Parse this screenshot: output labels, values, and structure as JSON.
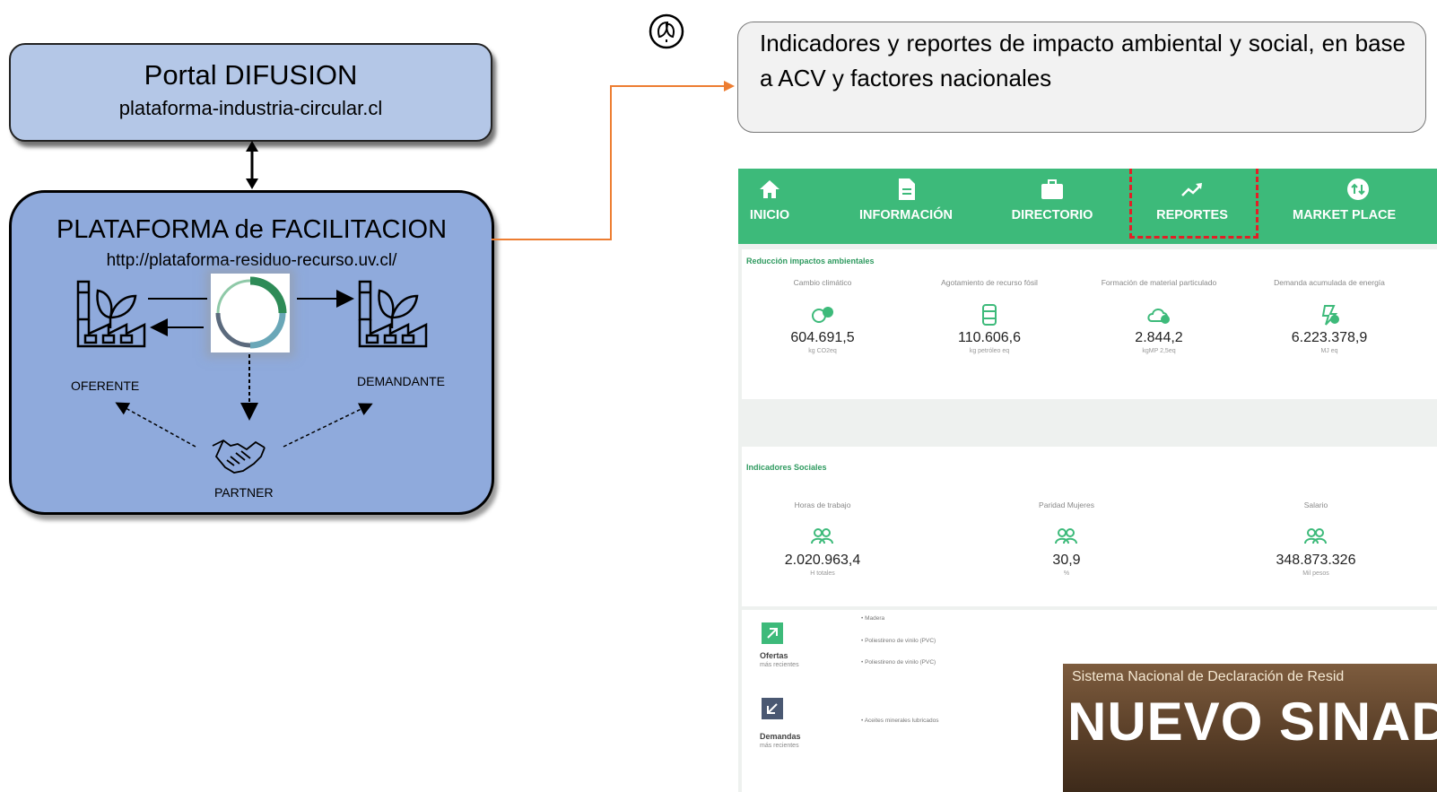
{
  "diagram": {
    "portal": {
      "title": "Portal DIFUSION",
      "url": "plataforma-industria-circular.cl"
    },
    "platform": {
      "title": "PLATAFORMA de FACILITACION",
      "url": "http://plataforma-residuo-recurso.uv.cl/",
      "nodes": {
        "offerer": "OFERENTE",
        "demander": "DEMANDANTE",
        "partner": "PARTNER"
      }
    },
    "connector_color": "#ed7d31"
  },
  "callout": {
    "text": "Indicadores y reportes de impacto ambiental y social, en base a ACV y factores nacionales",
    "icon": "leaf-circle-icon"
  },
  "screenshot": {
    "nav": [
      {
        "label": "INICIO",
        "icon": "home-icon"
      },
      {
        "label": "INFORMACIÓN",
        "icon": "document-icon"
      },
      {
        "label": "DIRECTORIO",
        "icon": "briefcase-icon"
      },
      {
        "label": "REPORTES",
        "icon": "trend-up-icon"
      },
      {
        "label": "MARKET PLACE",
        "icon": "exchange-icon"
      }
    ],
    "highlighted_nav": "REPORTES",
    "environmental": {
      "title": "Reducción impactos ambientales",
      "metrics": [
        {
          "label": "Cambio climático",
          "value": "604.691,5",
          "unit": "kg CO2eq"
        },
        {
          "label": "Agotamiento de recurso fósil",
          "value": "110.606,6",
          "unit": "kg petróleo eq"
        },
        {
          "label": "Formación de material particulado",
          "value": "2.844,2",
          "unit": "kgMP 2,5eq"
        },
        {
          "label": "Demanda acumulada de energía",
          "value": "6.223.378,9",
          "unit": "MJ eq"
        }
      ]
    },
    "social": {
      "title": "Indicadores Sociales",
      "metrics": [
        {
          "label": "Horas de trabajo",
          "value": "2.020.963,4",
          "unit": "H totales"
        },
        {
          "label": "Paridad Mujeres",
          "value": "30,9",
          "unit": "%"
        },
        {
          "label": "Salario",
          "value": "348.873.326",
          "unit": "Mil pesos"
        }
      ]
    },
    "offers": {
      "title": "Ofertas",
      "subtitle": "más recientes",
      "items": [
        "Madera",
        "Poliestireno de vinilo (PVC)",
        "Poliestireno de vinilo (PVC)"
      ]
    },
    "demands": {
      "title": "Demandas",
      "subtitle": "más recientes",
      "items": [
        "Aceites minerales lubricados"
      ]
    },
    "banner": {
      "subtitle": "Sistema Nacional de Declaración de Resid",
      "title": "NUEVO SINAD"
    },
    "accent_color": "#3dba7a"
  }
}
